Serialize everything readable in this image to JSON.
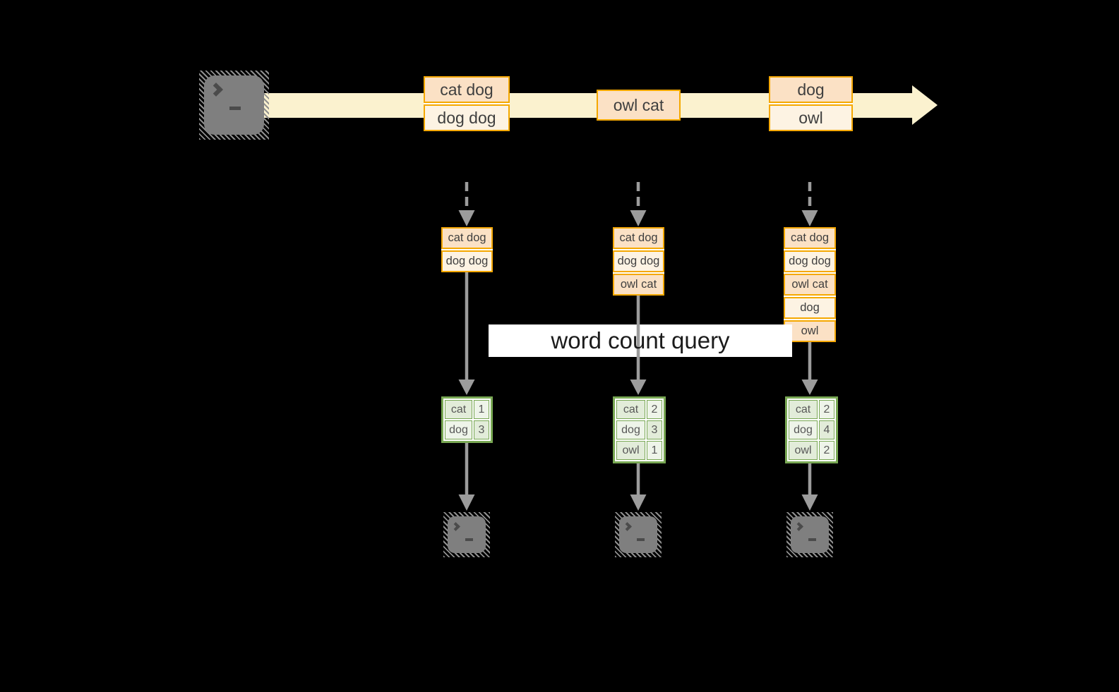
{
  "query_banner": "word count query",
  "stream_messages": [
    {
      "lines": [
        "cat dog",
        "dog dog"
      ]
    },
    {
      "lines": [
        "owl cat"
      ]
    },
    {
      "lines": [
        "dog",
        "owl"
      ]
    }
  ],
  "consumers": [
    {
      "buffer": [
        "cat dog",
        "dog dog"
      ],
      "counts": [
        [
          "cat",
          "1"
        ],
        [
          "dog",
          "3"
        ]
      ]
    },
    {
      "buffer": [
        "cat dog",
        "dog dog",
        "owl cat"
      ],
      "counts": [
        [
          "cat",
          "2"
        ],
        [
          "dog",
          "3"
        ],
        [
          "owl",
          "1"
        ]
      ]
    },
    {
      "buffer": [
        "cat dog",
        "dog dog",
        "owl cat",
        "dog",
        "owl"
      ],
      "counts": [
        [
          "cat",
          "2"
        ],
        [
          "dog",
          "4"
        ],
        [
          "owl",
          "2"
        ]
      ]
    }
  ],
  "icons": {
    "source": "terminal-icon",
    "sinks": [
      "terminal-icon",
      "terminal-icon",
      "terminal-icon"
    ]
  },
  "colors": {
    "background": "#000000",
    "orange_border": "#F5A800",
    "peach_fill": "#FBE1C5",
    "cream_fill": "#FDF3E3",
    "stream_arrow_fill": "#FBF2CF",
    "green_border": "#79A854",
    "green_cell_dark": "#E2ECD9",
    "green_cell_light": "#EEF4E9",
    "connector_gray": "#9C9C9C",
    "terminal_gray": "#7F7F7F"
  }
}
